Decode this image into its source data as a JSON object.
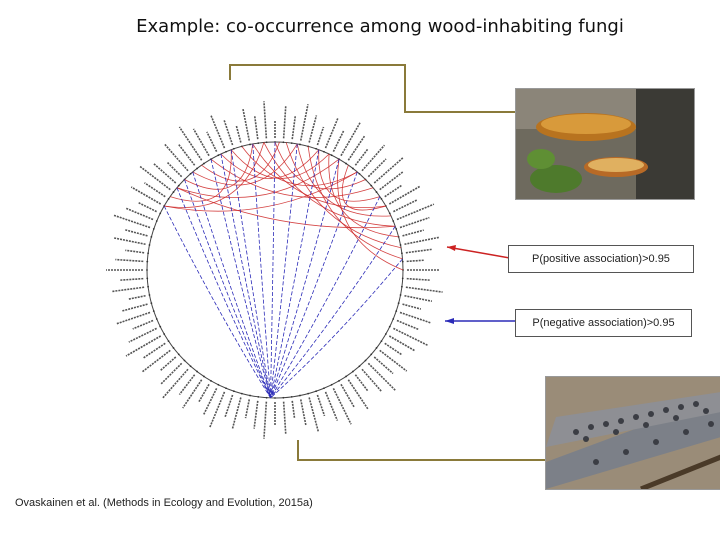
{
  "title": "Example: co-occurrence among wood-inhabiting fungi",
  "legend": {
    "positive": "P(positive association)>0.95",
    "negative": "P(negative association)>0.95",
    "positive_color": "#cc2222",
    "negative_color": "#2b2bb8"
  },
  "citation": "Ovaskainen et al. (Methods in Ecology and Evolution, 2015a)",
  "connector_color": "#8a7a3a",
  "photos": {
    "top": "bracket-fungus-photo",
    "bottom": "crust-fungus-on-branch-photo"
  }
}
